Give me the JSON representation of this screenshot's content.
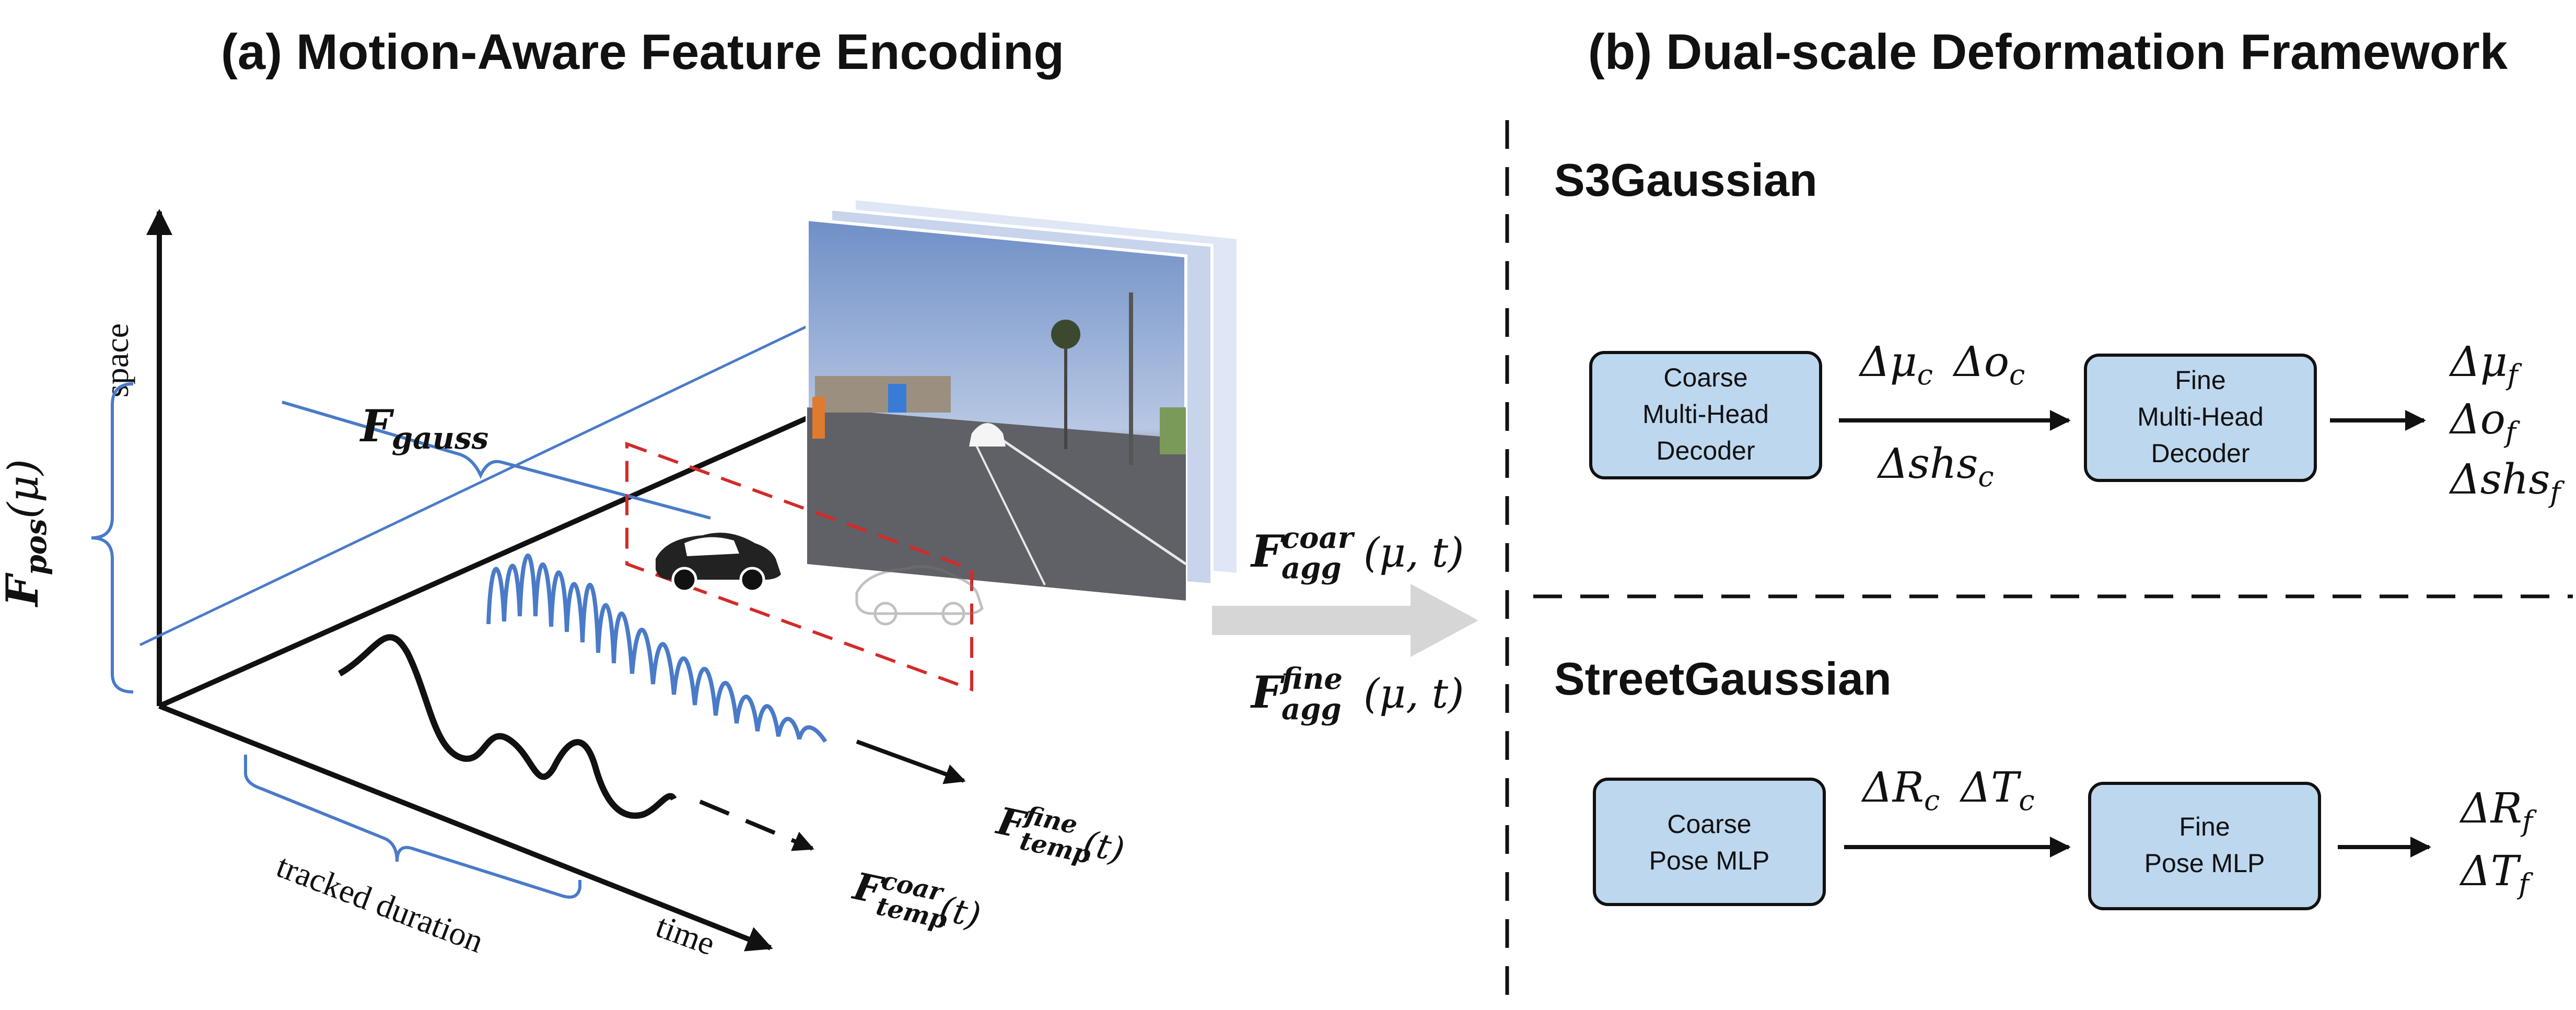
{
  "titles": {
    "left": "(a) Motion-Aware Feature Encoding",
    "right": "(b) Dual-scale Deformation Framework"
  },
  "axes": {
    "space": "space",
    "time": "time",
    "tracked_duration": "tracked duration"
  },
  "math": {
    "F": "F",
    "gauss_sub": "gauss",
    "pos_sub": "pos",
    "pos_arg": "(μ)",
    "agg_sub": "agg",
    "coar_sup": "coar",
    "fine_sup": "fine",
    "agg_arg": "(μ, t)",
    "temp_sub": "temp",
    "temp_arg": "(t)"
  },
  "s3gaussian": {
    "label": "S3Gaussian",
    "coarse_box": [
      "Coarse",
      "Multi-Head",
      "Decoder"
    ],
    "fine_box": [
      "Fine",
      "Multi-Head",
      "Decoder"
    ],
    "delta": "Δ",
    "mu": "μ",
    "o": "o",
    "shs": "shs",
    "sub_c": "c",
    "sub_f": "f"
  },
  "streetgaussian": {
    "label": "StreetGaussian",
    "coarse_box": [
      "Coarse",
      "Pose MLP"
    ],
    "fine_box": [
      "Fine",
      "Pose MLP"
    ],
    "R": "R",
    "T": "T"
  },
  "colors": {
    "accent_blue": "#4a7bc8",
    "box_fill": "#bdd7ee",
    "dashed_red": "#d42a2a",
    "gray_arrow": "#d6d6d6"
  }
}
